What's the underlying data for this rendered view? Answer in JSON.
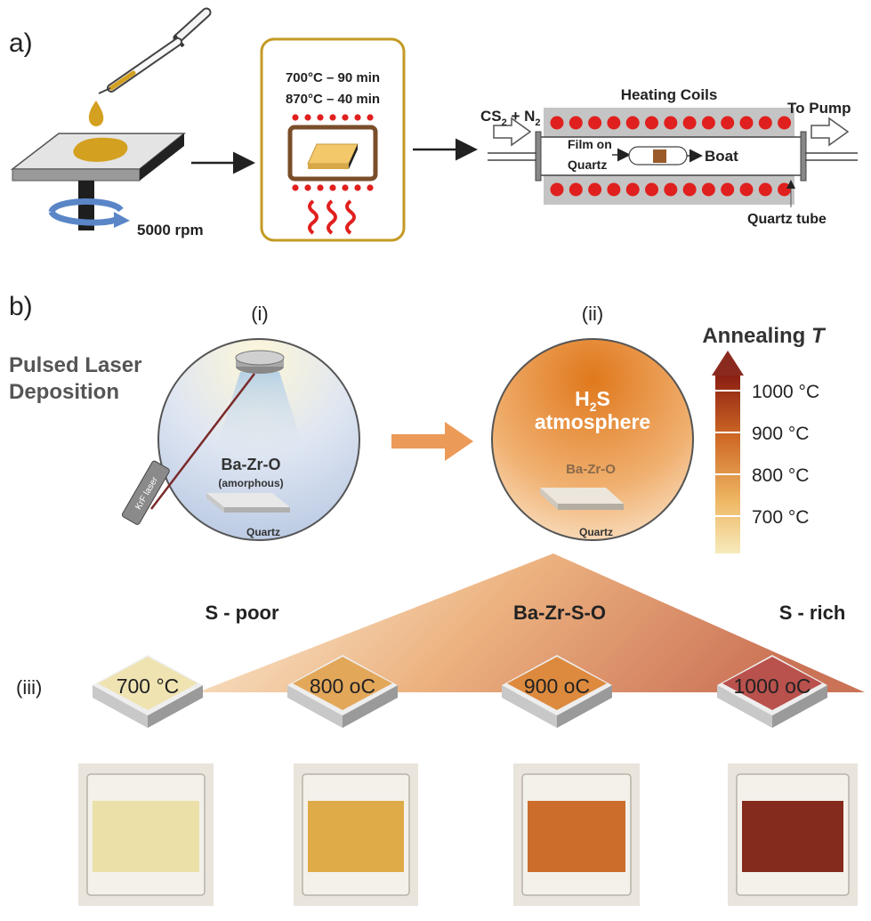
{
  "panel_a": {
    "label": "a)",
    "spin_speed": "5000 rpm",
    "furnace_step1": "700°C – 90 min",
    "furnace_step2": "870°C – 40 min",
    "tube": {
      "heating_coils": "Heating Coils",
      "gas_in_cs": "CS",
      "gas_in_sub1": "2",
      "gas_in_plus": " + N",
      "gas_in_sub2": "2",
      "to_pump": "To Pump",
      "film_line1": "Film on",
      "film_line2": "Quartz",
      "boat": "Boat",
      "quartz_tube": "Quartz tube"
    }
  },
  "panel_b": {
    "label": "b)",
    "step_i": "(i)",
    "step_ii": "(ii)",
    "step_iii": "(iii)",
    "pld_line1": "Pulsed Laser",
    "pld_line2": "Deposition",
    "laser_label": "KrF laser",
    "film_i": "Ba-Zr-O",
    "film_i_sub": "(amorphous)",
    "substrate": "Quartz",
    "atmosphere_h": "H",
    "atmosphere_sub": "2",
    "atmosphere_s": "S",
    "atmosphere_line2": "atmosphere",
    "film_ii": "Ba-Zr-O",
    "anneal_title": "Annealing ",
    "anneal_T": "T",
    "scale_labels": [
      "1000 °C",
      "900 °C",
      "800 °C",
      "700 °C"
    ],
    "s_poor": "S - poor",
    "product": "Ba-Zr-S-O",
    "s_rich": "S - rich",
    "samples": [
      {
        "label": "700 °C",
        "top": "#efe3b2",
        "photo": "#e8dea2"
      },
      {
        "label": "800 oC",
        "top": "#e3a75a",
        "photo": "#dba53a"
      },
      {
        "label": "900 oC",
        "top": "#dd8a3e",
        "photo": "#c8621a"
      },
      {
        "label": "1000 oC",
        "top": "#b9514c",
        "photo": "#7a1a0c"
      }
    ]
  },
  "colors": {
    "furnace_frame": "#c49a24",
    "coil_red": "#e0201e",
    "droplet": "#d4a020",
    "arrow_orange": "#ec9a58",
    "annealing_arrow": "#8a2a1e"
  }
}
